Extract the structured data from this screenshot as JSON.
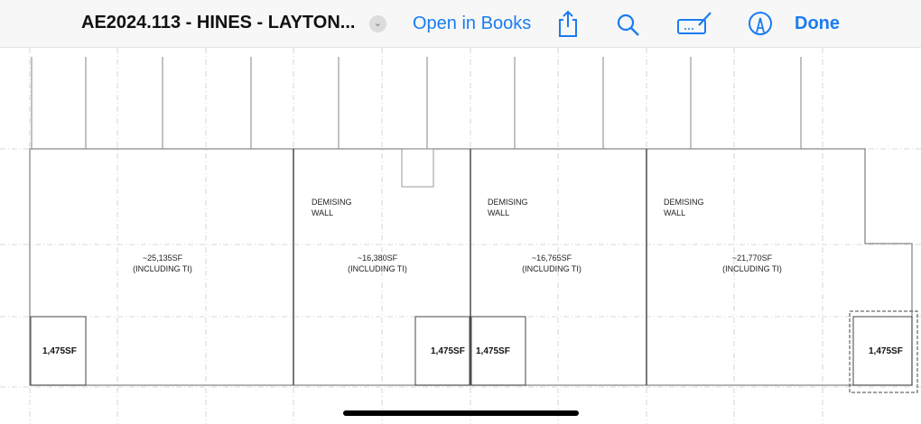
{
  "header": {
    "title": "AE2024.113 - HINES - LAYTON...",
    "open_in_books": "Open in Books",
    "done": "Done",
    "icons": [
      "chevron-down-icon",
      "share-icon",
      "search-icon",
      "markup-icon",
      "pen-icon"
    ]
  },
  "plan": {
    "units": [
      {
        "area": "~25,135SF",
        "note": "(INCLUDING TI)"
      },
      {
        "area": "~16,380SF",
        "note": "(INCLUDING TI)"
      },
      {
        "area": "~16,765SF",
        "note": "(INCLUDING TI)"
      },
      {
        "area": "~21,770SF",
        "note": "(INCLUDING TI)"
      }
    ],
    "demising_label": [
      "DEMISING",
      "WALL"
    ],
    "office_area": "1,475SF"
  },
  "colors": {
    "accent": "#1a7cf0"
  }
}
